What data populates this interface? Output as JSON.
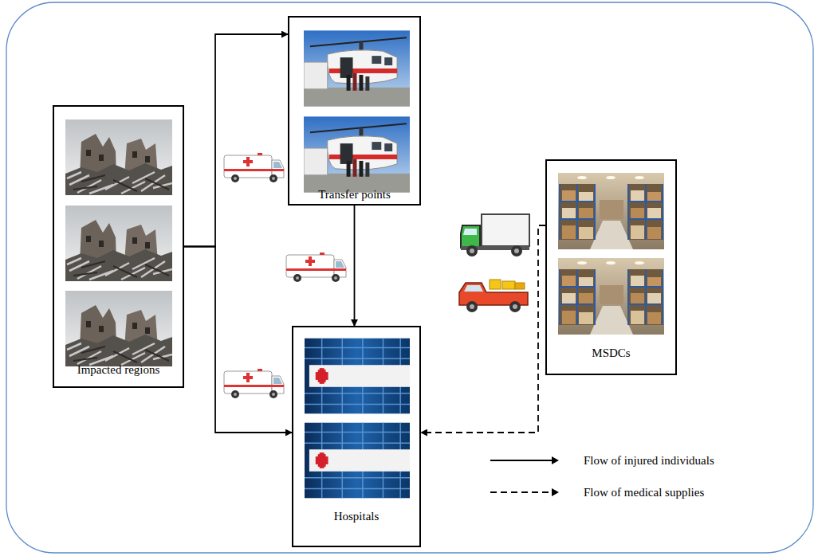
{
  "diagram": {
    "nodes": [
      {
        "text": [
          "Impacted regions"
        ]
      },
      {
        "text": [
          "Transfer points"
        ]
      },
      {
        "text": [
          "Hospitals"
        ]
      },
      {
        "text": [
          "MSDCs"
        ]
      }
    ],
    "edges": [
      {
        "from": 0,
        "to": 1,
        "arrow": "to"
      },
      {
        "from": 0,
        "to": 2,
        "arrow": "to"
      },
      {
        "from": 1,
        "to": 2,
        "arrow": "to"
      },
      {
        "from": 3,
        "to": 2,
        "arrow": "to"
      }
    ],
    "legend": [
      {
        "text": "Flow of injured individuals"
      },
      {
        "text": "Flow of medical supplies"
      }
    ]
  }
}
